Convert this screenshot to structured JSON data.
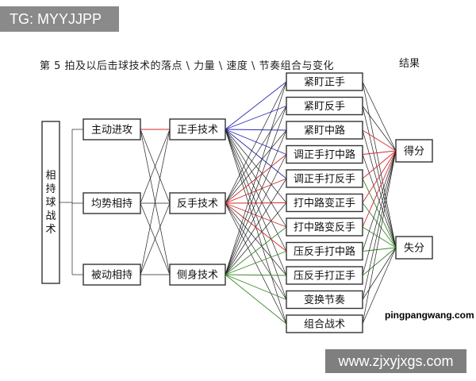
{
  "watermark_top": "TG: MYYJJPP",
  "watermark_bottom": "www.zjxyjxgs.com",
  "site_label": "pingpangwang.com",
  "title": "第 5 拍及以后击球技术的落点 \\ 力量 \\ 速度 \\ 节奏组合与变化",
  "result_label": "结果",
  "root": "相持球战术",
  "col1": [
    "主动进攻",
    "均势相持",
    "被动相持"
  ],
  "col2": [
    "正手技术",
    "反手技术",
    "侧身技术"
  ],
  "col3": [
    "紧盯正手",
    "紧盯反手",
    "紧盯中路",
    "调正手打中路",
    "调正手打反手",
    "打中路变正手",
    "打中路变反手",
    "压反手打中路",
    "压反手打正手",
    "变换节奏",
    "组合战术"
  ],
  "col4": [
    "得分",
    "失分"
  ],
  "colors": {
    "red": "#d42a2a",
    "blue": "#2a2ab8",
    "green": "#3c8a2a",
    "line": "#222222"
  }
}
